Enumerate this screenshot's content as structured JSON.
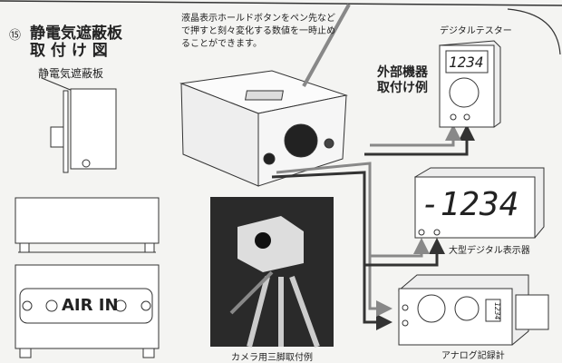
{
  "title": {
    "number": "⑮",
    "line1": "静電気遮蔽板",
    "line2": "取 付 け 図"
  },
  "shield_label": "静電気遮蔽板",
  "air_in_label": "AIR IN",
  "note": [
    "液晶表示ホールドボタンをペン先など",
    "で押すと刻々変化する数値を一時止め",
    "ることができます。"
  ],
  "external_title": [
    "外部機器",
    "取付け例"
  ],
  "tester": {
    "caption": "デジタルテスター",
    "display": "1234"
  },
  "large_display": {
    "caption": "大型デジタル表示器",
    "display": "-1234"
  },
  "recorder": {
    "caption": "アナログ記録計",
    "display": "1234"
  },
  "photo_caption": "カメラ用三脚取付例",
  "colors": {
    "background": "#f4f4f2",
    "line": "#333333",
    "wire_dark": "#333333",
    "wire_gray": "#888888"
  }
}
